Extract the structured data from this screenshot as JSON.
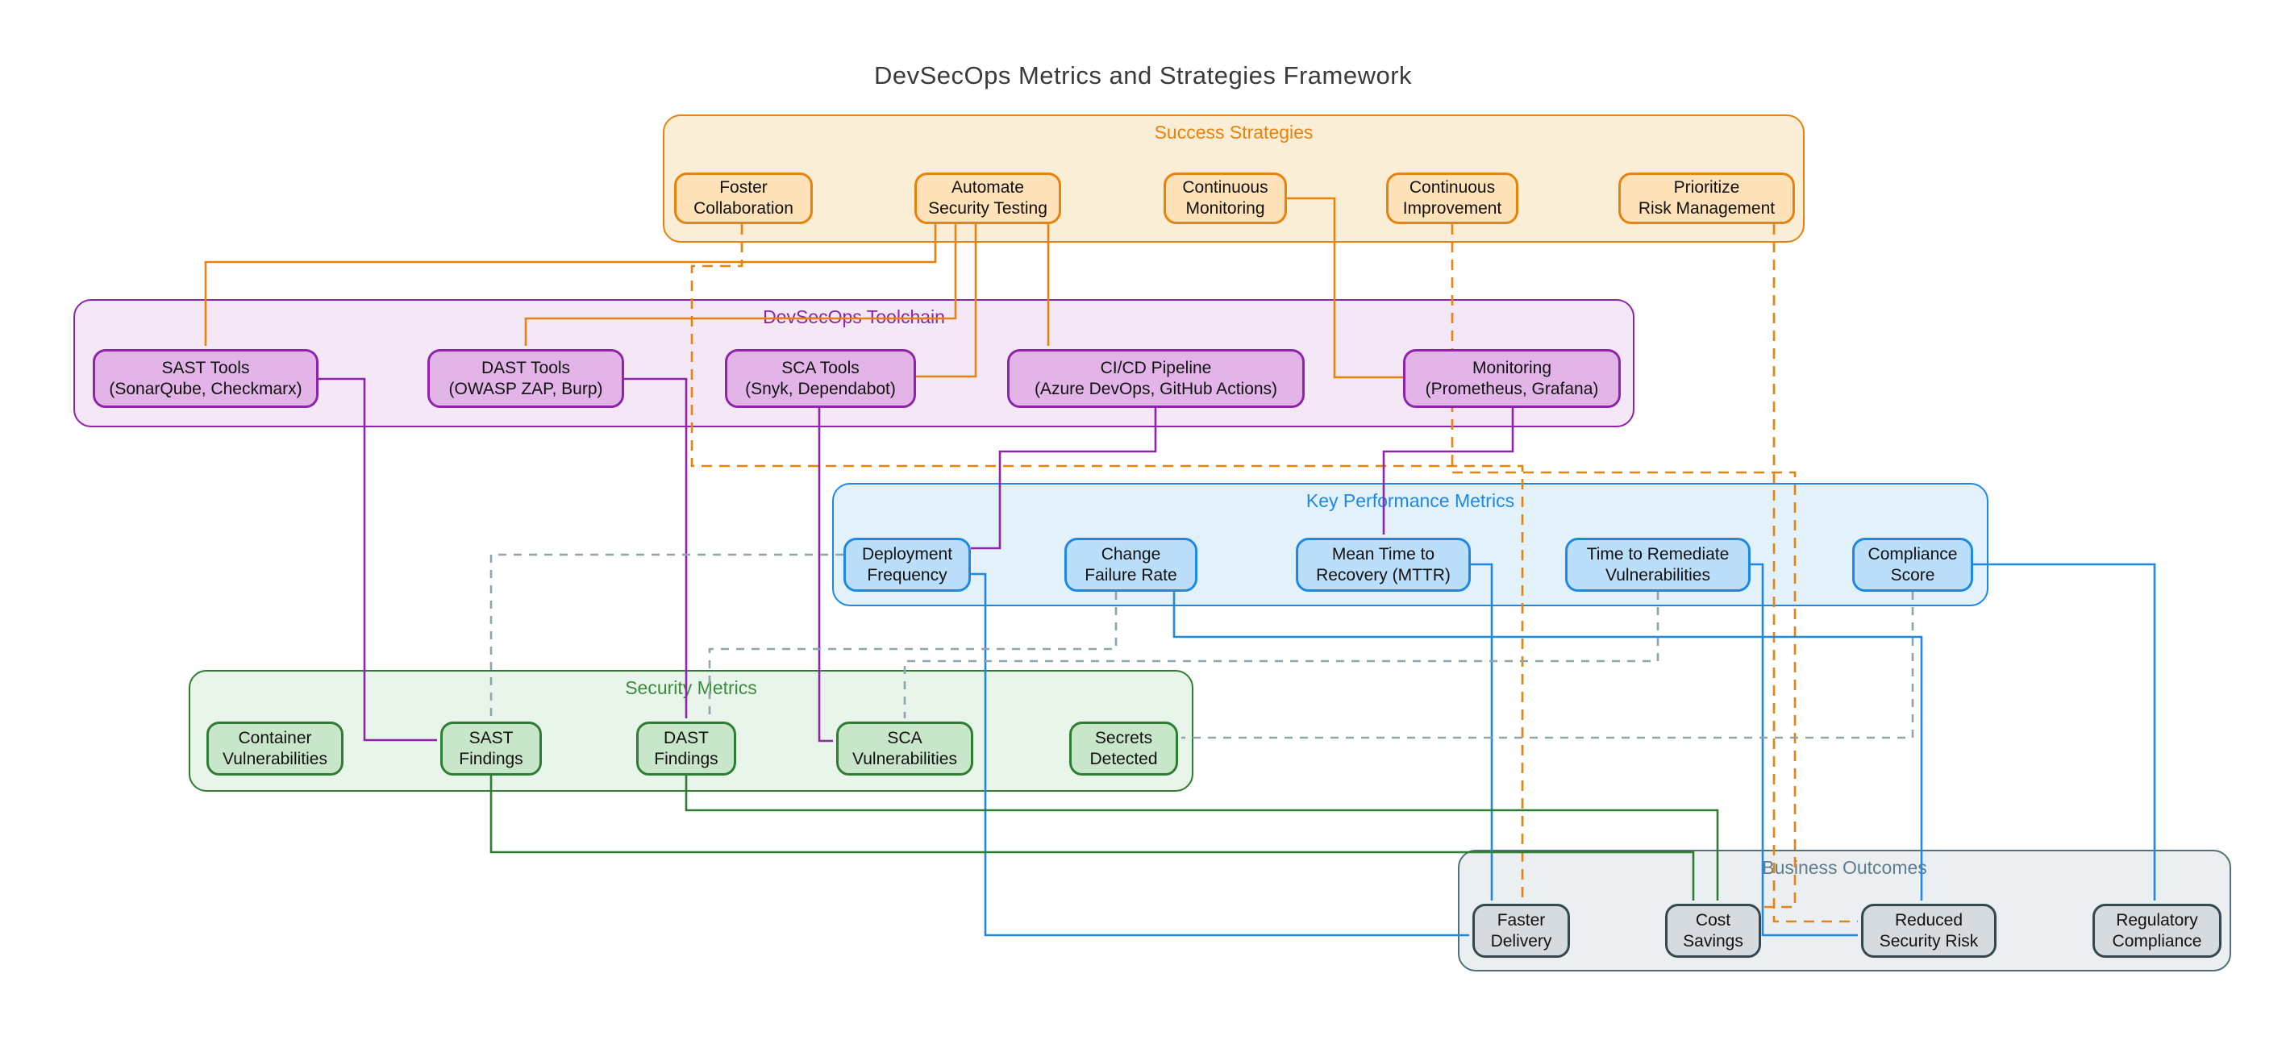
{
  "title": "DevSecOps Metrics and Strategies Framework",
  "palette": {
    "orange_stroke": "#E8820C",
    "orange_node_fill": "#FFE2B8",
    "orange_cluster_fill": "#FBEED6",
    "purple_stroke": "#8E24AA",
    "purple_node_fill": "#E2B4E8",
    "purple_cluster_fill": "#F4E8F7",
    "blue_stroke": "#1E88E5",
    "blue_node_fill": "#BBDEFB",
    "blue_cluster_fill": "#E3F1FB",
    "green_stroke": "#2E7D32",
    "green_node_fill": "#C8E6C9",
    "green_cluster_fill": "#E9F5EA",
    "gray_stroke": "#546E7A",
    "gray_node_fill": "#D5DBDF",
    "gray_cluster_fill": "#ECEFF1",
    "gray_edge": "#90A4AE",
    "title_color": "#3A3A3A"
  },
  "clusters": [
    {
      "label": "Success Strategies",
      "color": "orange",
      "nodes": [
        {
          "label": "Foster\nCollaboration"
        },
        {
          "label": "Automate\nSecurity Testing"
        },
        {
          "label": "Continuous\nMonitoring"
        },
        {
          "label": "Continuous\nImprovement"
        },
        {
          "label": "Prioritize\nRisk Management"
        }
      ]
    },
    {
      "label": "DevSecOps Toolchain",
      "color": "purple",
      "nodes": [
        {
          "label": "SAST Tools\n(SonarQube, Checkmarx)"
        },
        {
          "label": "DAST Tools\n(OWASP ZAP, Burp)"
        },
        {
          "label": "SCA Tools\n(Snyk, Dependabot)"
        },
        {
          "label": "CI/CD Pipeline\n(Azure DevOps, GitHub Actions)"
        },
        {
          "label": "Monitoring\n(Prometheus, Grafana)"
        }
      ]
    },
    {
      "label": "Key Performance Metrics",
      "color": "blue",
      "nodes": [
        {
          "label": "Deployment\nFrequency"
        },
        {
          "label": "Change\nFailure Rate"
        },
        {
          "label": "Mean Time to\nRecovery (MTTR)"
        },
        {
          "label": "Time to Remediate\nVulnerabilities"
        },
        {
          "label": "Compliance\nScore"
        }
      ]
    },
    {
      "label": "Security Metrics",
      "color": "green",
      "nodes": [
        {
          "label": "Container\nVulnerabilities"
        },
        {
          "label": "SAST\nFindings"
        },
        {
          "label": "DAST\nFindings"
        },
        {
          "label": "SCA\nVulnerabilities"
        },
        {
          "label": "Secrets\nDetected"
        }
      ]
    },
    {
      "label": "Business Outcomes",
      "color": "gray",
      "nodes": [
        {
          "label": "Faster\nDelivery"
        },
        {
          "label": "Cost\nSavings"
        },
        {
          "label": "Reduced\nSecurity Risk"
        },
        {
          "label": "Regulatory\nCompliance"
        }
      ]
    }
  ],
  "edges": [
    {
      "from": "Automate Security Testing",
      "to": "SAST Tools",
      "color": "#E8820C",
      "style": "solid"
    },
    {
      "from": "Automate Security Testing",
      "to": "DAST Tools",
      "color": "#E8820C",
      "style": "solid"
    },
    {
      "from": "Automate Security Testing",
      "to": "SCA Tools",
      "color": "#E8820C",
      "style": "solid"
    },
    {
      "from": "Automate Security Testing",
      "to": "CI/CD Pipeline",
      "color": "#E8820C",
      "style": "solid"
    },
    {
      "from": "Continuous Monitoring",
      "to": "Monitoring",
      "color": "#E8820C",
      "style": "solid"
    },
    {
      "from": "Foster Collaboration",
      "to": "Faster Delivery",
      "color": "#E8820C",
      "style": "dashed"
    },
    {
      "from": "Continuous Improvement",
      "to": "Cost Savings",
      "color": "#E8820C",
      "style": "dashed"
    },
    {
      "from": "Prioritize Risk Management",
      "to": "Reduced Security Risk",
      "color": "#E8820C",
      "style": "dashed"
    },
    {
      "from": "SAST Tools",
      "to": "SAST Findings",
      "color": "#8E24AA",
      "style": "solid"
    },
    {
      "from": "DAST Tools",
      "to": "DAST Findings",
      "color": "#8E24AA",
      "style": "solid"
    },
    {
      "from": "SCA Tools",
      "to": "SCA Vulnerabilities",
      "color": "#8E24AA",
      "style": "solid"
    },
    {
      "from": "CI/CD Pipeline",
      "to": "Deployment Frequency",
      "color": "#8E24AA",
      "style": "solid"
    },
    {
      "from": "Monitoring",
      "to": "Mean Time to Recovery (MTTR)",
      "color": "#8E24AA",
      "style": "solid"
    },
    {
      "from": "Deployment Frequency",
      "to": "Faster Delivery",
      "color": "#1E88E5",
      "style": "solid"
    },
    {
      "from": "Mean Time to Recovery (MTTR)",
      "to": "Faster Delivery",
      "color": "#1E88E5",
      "style": "solid"
    },
    {
      "from": "Change Failure Rate",
      "to": "Reduced Security Risk",
      "color": "#1E88E5",
      "style": "solid"
    },
    {
      "from": "Time to Remediate Vulnerabilities",
      "to": "Reduced Security Risk",
      "color": "#1E88E5",
      "style": "solid"
    },
    {
      "from": "Compliance Score",
      "to": "Regulatory Compliance",
      "color": "#1E88E5",
      "style": "solid"
    },
    {
      "from": "SAST Findings",
      "to": "Cost Savings",
      "color": "#2E7D32",
      "style": "solid"
    },
    {
      "from": "DAST Findings",
      "to": "Cost Savings",
      "color": "#2E7D32",
      "style": "solid"
    },
    {
      "from": "Deployment Frequency",
      "to": "SAST Findings",
      "color": "#90A4AE",
      "style": "dashed"
    },
    {
      "from": "Change Failure Rate",
      "to": "DAST Findings",
      "color": "#90A4AE",
      "style": "dashed"
    },
    {
      "from": "Time to Remediate Vulnerabilities",
      "to": "SCA Vulnerabilities",
      "color": "#90A4AE",
      "style": "dashed"
    },
    {
      "from": "Compliance Score",
      "to": "Secrets Detected",
      "color": "#90A4AE",
      "style": "dashed"
    }
  ]
}
